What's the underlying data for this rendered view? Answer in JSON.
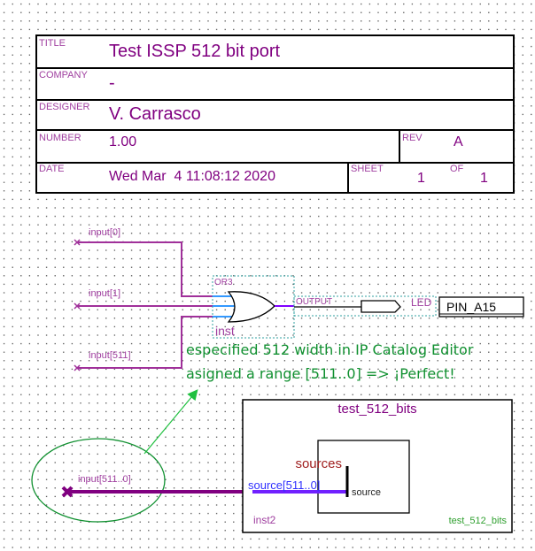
{
  "title_block": {
    "title_label": "TITLE",
    "title": "Test ISSP 512 bit port",
    "company_label": "COMPANY",
    "company": "-",
    "designer_label": "DESIGNER",
    "designer": "V. Carrasco",
    "number_label": "NUMBER",
    "number": "1.00",
    "rev_label": "REV",
    "rev": "A",
    "date_label": "DATE",
    "date": "Wed Mar  4 11:08:12 2020",
    "sheet_label": "SHEET",
    "sheet": "1",
    "of_label": "OF",
    "of": "1"
  },
  "inputs": [
    "input[0]",
    "input[1]",
    "input[511]"
  ],
  "gate": {
    "type": "OR3",
    "instance": "inst"
  },
  "output": {
    "port": "OUTPUT",
    "name": "LED",
    "pin": "PIN_A15"
  },
  "annotation": {
    "line1": "especified 512 width in IP Catalog Editor",
    "line2": "asigned a range [511..0] => ¡Perfect!"
  },
  "bus_input": "input[511..0]",
  "module": {
    "title": "test_512_bits",
    "group": "sources",
    "bus": "source[511..0]",
    "port": "source",
    "instance": "inst2",
    "entity": "test_512_bits"
  }
}
